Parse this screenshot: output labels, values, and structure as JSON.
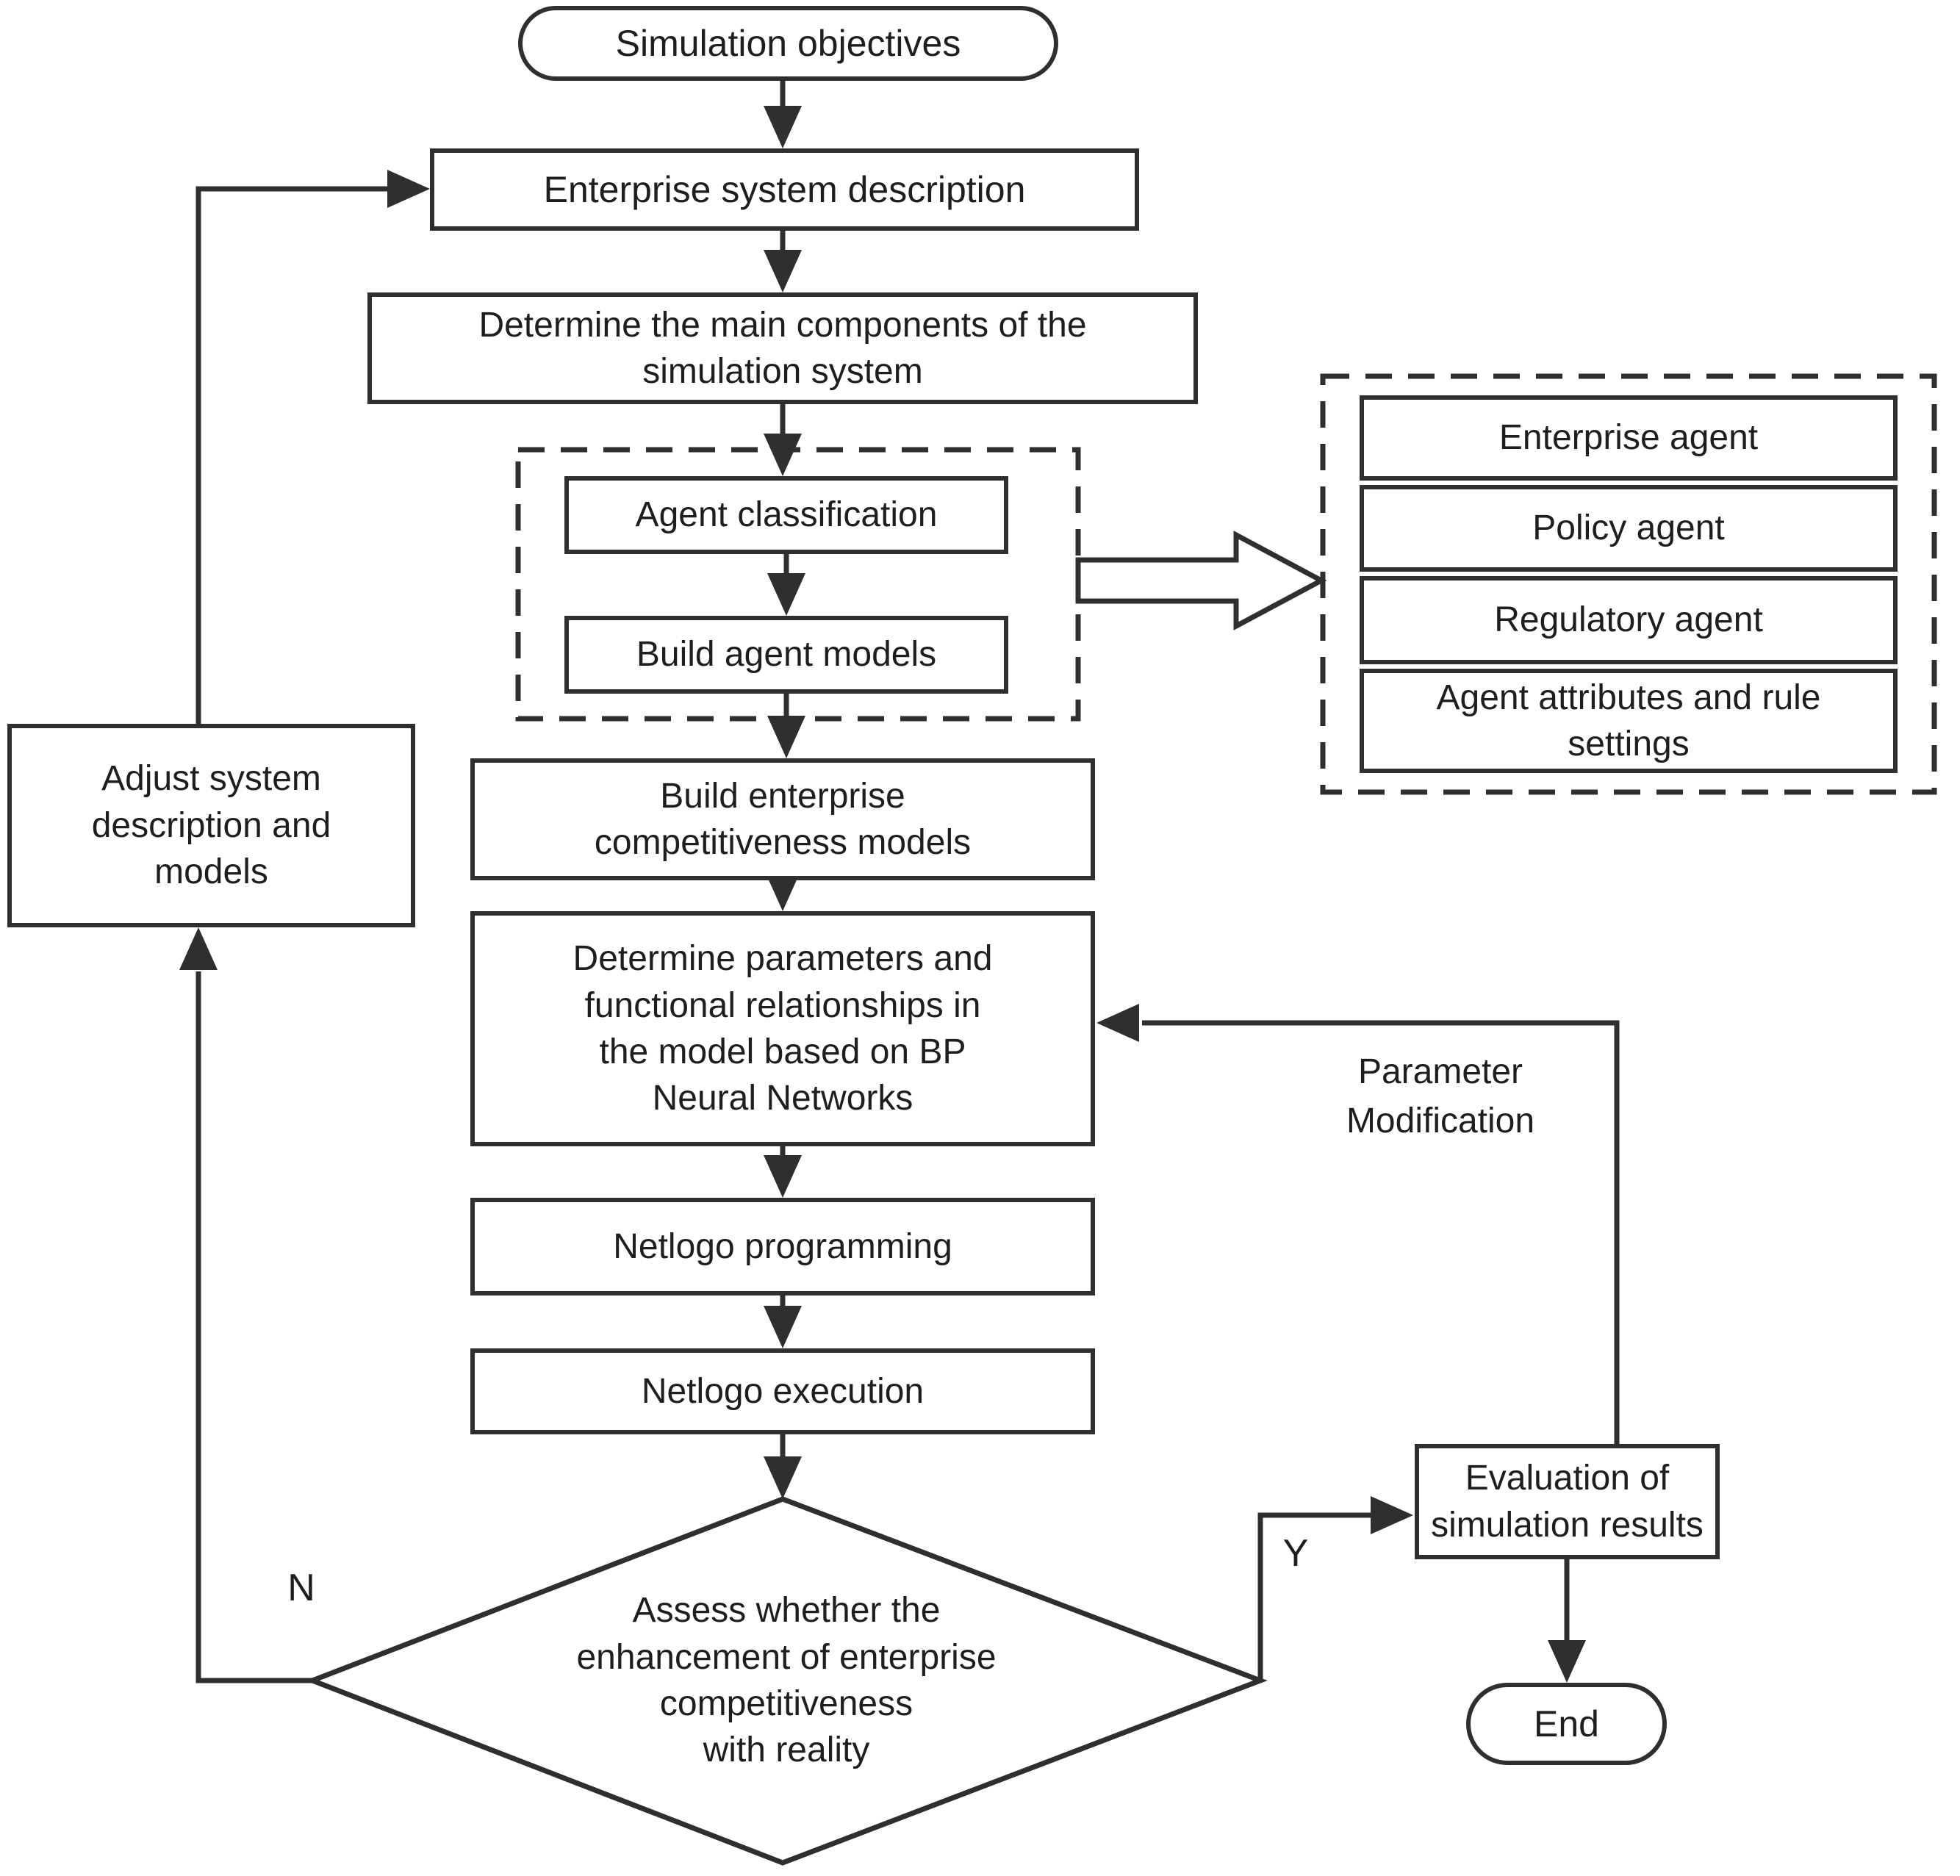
{
  "figure": {
    "type": "flowchart",
    "description": "Simulation modeling process flowchart"
  },
  "colors": {
    "ink": "#2f2f2f",
    "background": "#ffffff"
  },
  "nodes": {
    "start": {
      "label": "Simulation objectives",
      "shape": "terminator"
    },
    "enterprise_desc": {
      "label": "Enterprise system description",
      "shape": "process"
    },
    "determine_components": {
      "label": "Determine the main components of the\nsimulation system",
      "shape": "process"
    },
    "agent_classification": {
      "label": "Agent classification",
      "shape": "process"
    },
    "build_agent_models": {
      "label": "Build agent models",
      "shape": "process"
    },
    "enterprise_agent": {
      "label": "Enterprise agent",
      "shape": "process"
    },
    "policy_agent": {
      "label": "Policy agent",
      "shape": "process"
    },
    "regulatory_agent": {
      "label": "Regulatory agent",
      "shape": "process"
    },
    "agent_attributes": {
      "label": "Agent attributes and rule\nsettings",
      "shape": "process"
    },
    "build_competitiveness": {
      "label": "Build enterprise\ncompetitiveness models",
      "shape": "process"
    },
    "determine_parameters": {
      "label": "Determine parameters and\nfunctional relationships in\nthe model based on BP\nNeural Networks",
      "shape": "process"
    },
    "netlogo_programming": {
      "label": "Netlogo programming",
      "shape": "process"
    },
    "netlogo_execution": {
      "label": "Netlogo execution",
      "shape": "process"
    },
    "assess_decision": {
      "label": "Assess whether the\nenhancement of enterprise\ncompetitiveness\nwith reality",
      "shape": "decision"
    },
    "adjust_system": {
      "label": "Adjust system\ndescription and\nmodels",
      "shape": "process"
    },
    "evaluation": {
      "label": "Evaluation of\nsimulation results",
      "shape": "process"
    },
    "end": {
      "label": "End",
      "shape": "terminator"
    }
  },
  "edge_labels": {
    "no": "N",
    "yes": "Y",
    "parameter_modification": "Parameter\nModification"
  }
}
